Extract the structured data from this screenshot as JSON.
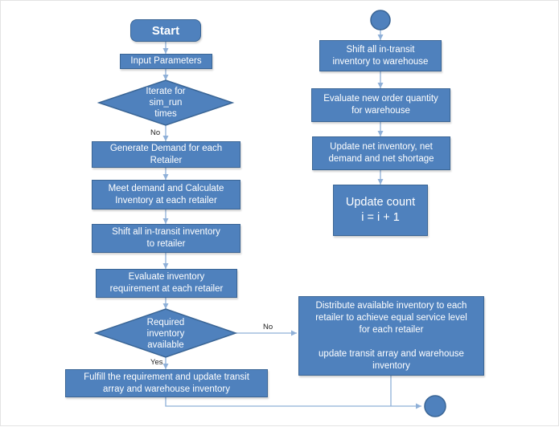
{
  "colors": {
    "fill": "#4f81bd",
    "stroke": "#3a6595",
    "connector": "#8fb0d8",
    "text": "#ffffff"
  },
  "nodes": {
    "start": "Start",
    "input_parameters": "Input Parameters",
    "iterate": "Iterate for\nsim_run\ntimes",
    "generate_demand": "Generate Demand for each\nRetailer",
    "meet_demand": "Meet demand and Calculate\nInventory at each retailer",
    "shift_retailer": "Shift all in-transit inventory\nto retailer",
    "evaluate_requirement": "Evaluate inventory\nrequirement at each retailer",
    "required_available": "Required\ninventory\navailable",
    "fulfill": "Fulfill the requirement and update transit\narray and warehouse inventory",
    "distribute": "Distribute available inventory to each\nretailer to achieve equal service level\nfor each retailer\n\nupdate transit array and warehouse\ninventory",
    "shift_warehouse": "Shift all in-transit\ninventory to warehouse",
    "evaluate_order": "Evaluate new order quantity\nfor warehouse",
    "update_net": "Update net inventory, net\ndemand and net shortage",
    "update_count": "Update count\ni = i + 1"
  },
  "edge_labels": {
    "no_iterate": "No",
    "no_required": "No",
    "yes_required": "Yes"
  }
}
